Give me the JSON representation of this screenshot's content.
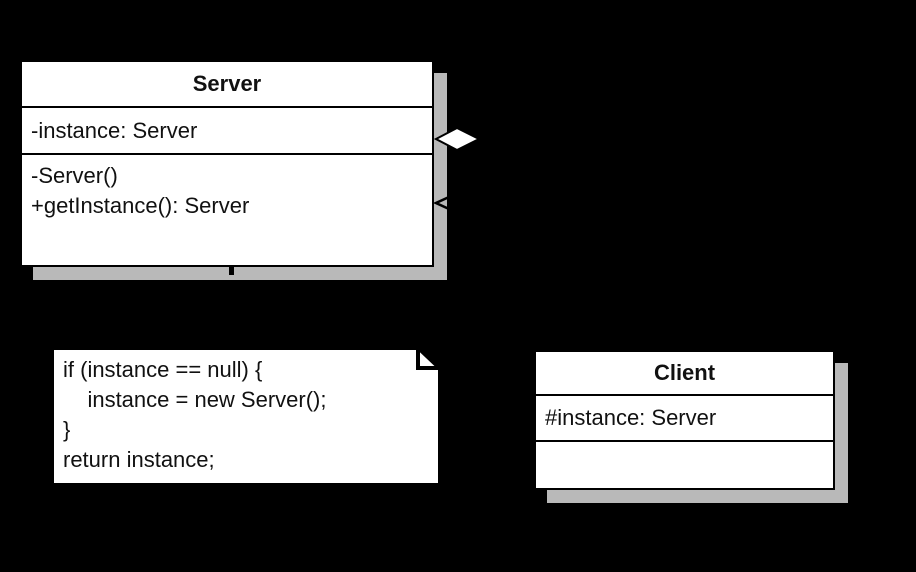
{
  "colors": {
    "background": "#000000",
    "shape_fill": "#ffffff",
    "line": "#000000",
    "shadow": "#b9b9b9",
    "text": "#111111"
  },
  "server_class": {
    "title": "Server",
    "attributes": "-instance: Server",
    "operations": "-Server()\n+getInstance(): Server"
  },
  "client_class": {
    "title": "Client",
    "attributes": "#instance: Server",
    "operations": ""
  },
  "note": {
    "text": "if (instance == null) {\n    instance = new Server();\n}\nreturn instance;"
  },
  "markers": {
    "aggregation_diamond": "aggregation-diamond",
    "open_arrowhead": "open-arrowhead",
    "note_link_dash": "dashed-link-segment"
  }
}
